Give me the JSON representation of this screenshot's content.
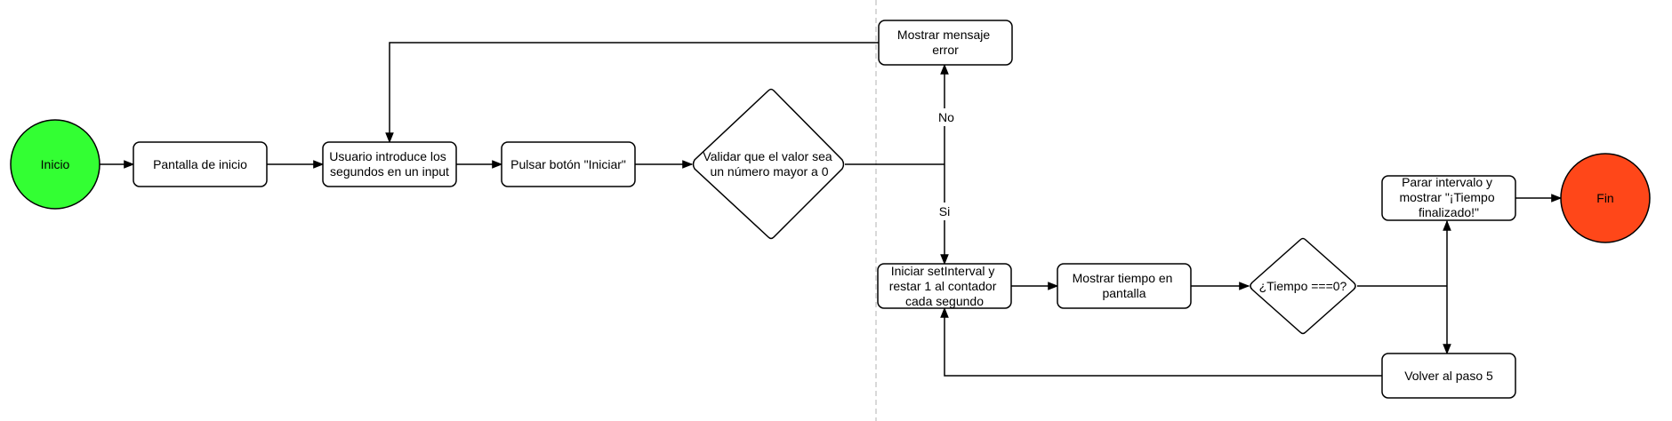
{
  "colors": {
    "start": "#33ff33",
    "end": "#ff4719",
    "stroke": "#000000",
    "node_fill": "#ffffff",
    "separator": "#b3b3b3"
  },
  "nodes": {
    "inicio": {
      "label": "Inicio"
    },
    "pantalla": {
      "label": "Pantalla de inicio"
    },
    "usuario": {
      "lines": [
        "Usuario introduce los",
        "segundos en un input"
      ]
    },
    "pulsar": {
      "label": "Pulsar botón \"Iniciar\""
    },
    "validar": {
      "lines": [
        "Validar que el valor sea",
        "un número mayor a 0"
      ]
    },
    "error": {
      "lines": [
        "Mostrar mensaje",
        "error"
      ]
    },
    "setinterval": {
      "lines": [
        "Iniciar setInterval y",
        "restar 1 al contador",
        "cada segundo"
      ]
    },
    "mostrar_tiempo": {
      "lines": [
        "Mostrar tiempo en",
        "pantalla"
      ]
    },
    "tiempo_check": {
      "label": "¿Tiempo ===0?"
    },
    "parar": {
      "lines": [
        "Parar intervalo y",
        "mostrar \"¡Tiempo",
        "finalizado!\""
      ]
    },
    "volver": {
      "label": "Volver al paso 5"
    },
    "fin": {
      "label": "Fin"
    }
  },
  "edge_labels": {
    "no": "No",
    "si": "Si"
  }
}
